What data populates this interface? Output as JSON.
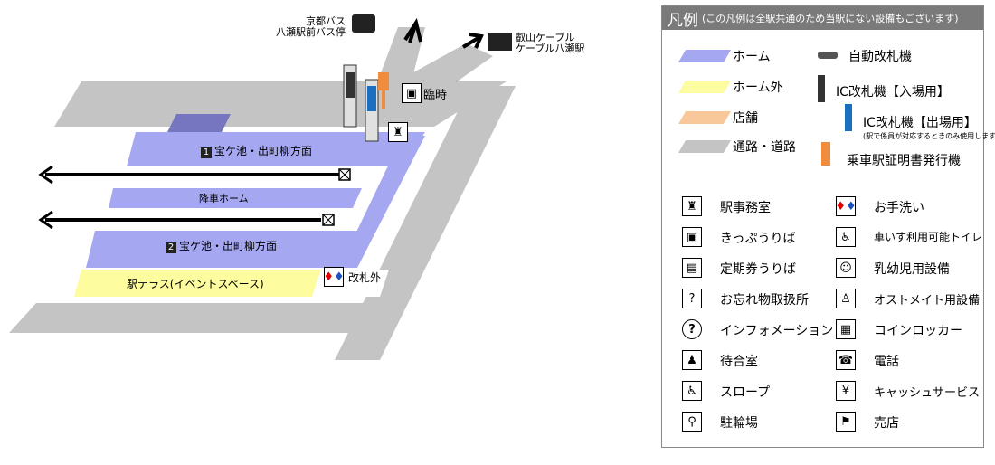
{
  "map": {
    "bus_stop": [
      "京都バス",
      "八瀬駅前バス停"
    ],
    "cable_car": [
      "叡山ケーブル",
      "ケーブル八瀬駅"
    ],
    "ticket_office": "臨時",
    "platform1": {
      "number": "1",
      "label": "宝ケ池・出町柳方面"
    },
    "arrival_platform": "降車ホーム",
    "platform2": {
      "number": "2",
      "label": "宝ケ池・出町柳方面"
    },
    "terrace": "駅テラス(イベントスペース)",
    "toilet_outside": "改札外"
  },
  "legend": {
    "title": "凡例",
    "note": "(この凡例は全駅共通のため当駅にない設備もございます)",
    "areas": [
      {
        "label": "ホーム",
        "color": "#a5a8f0"
      },
      {
        "label": "ホーム外",
        "color": "#fdfda0"
      },
      {
        "label": "店舗",
        "color": "#f9c89a"
      },
      {
        "label": "通路・道路",
        "color": "#c4c4c4"
      }
    ],
    "gates": {
      "auto_gate": "自動改札機",
      "ic_entry": "IC改札機【入場用】",
      "ic_exit": "IC改札機【出場用】",
      "ic_exit_note": "(駅で係員が対応するときのみ使用します)",
      "certificate": "乗車駅証明書発行機"
    },
    "facilities_left": [
      "駅事務室",
      "きっぷうりば",
      "定期券うりば",
      "お忘れ物取扱所",
      "インフォメーション",
      "待合室",
      "スロープ",
      "駐輪場"
    ],
    "facilities_right": [
      "お手洗い",
      "車いす利用可能トイレ",
      "乳幼児用設備",
      "オストメイト用設備",
      "コインロッカー",
      "電話",
      "キャッシュサービス",
      "売店"
    ]
  }
}
